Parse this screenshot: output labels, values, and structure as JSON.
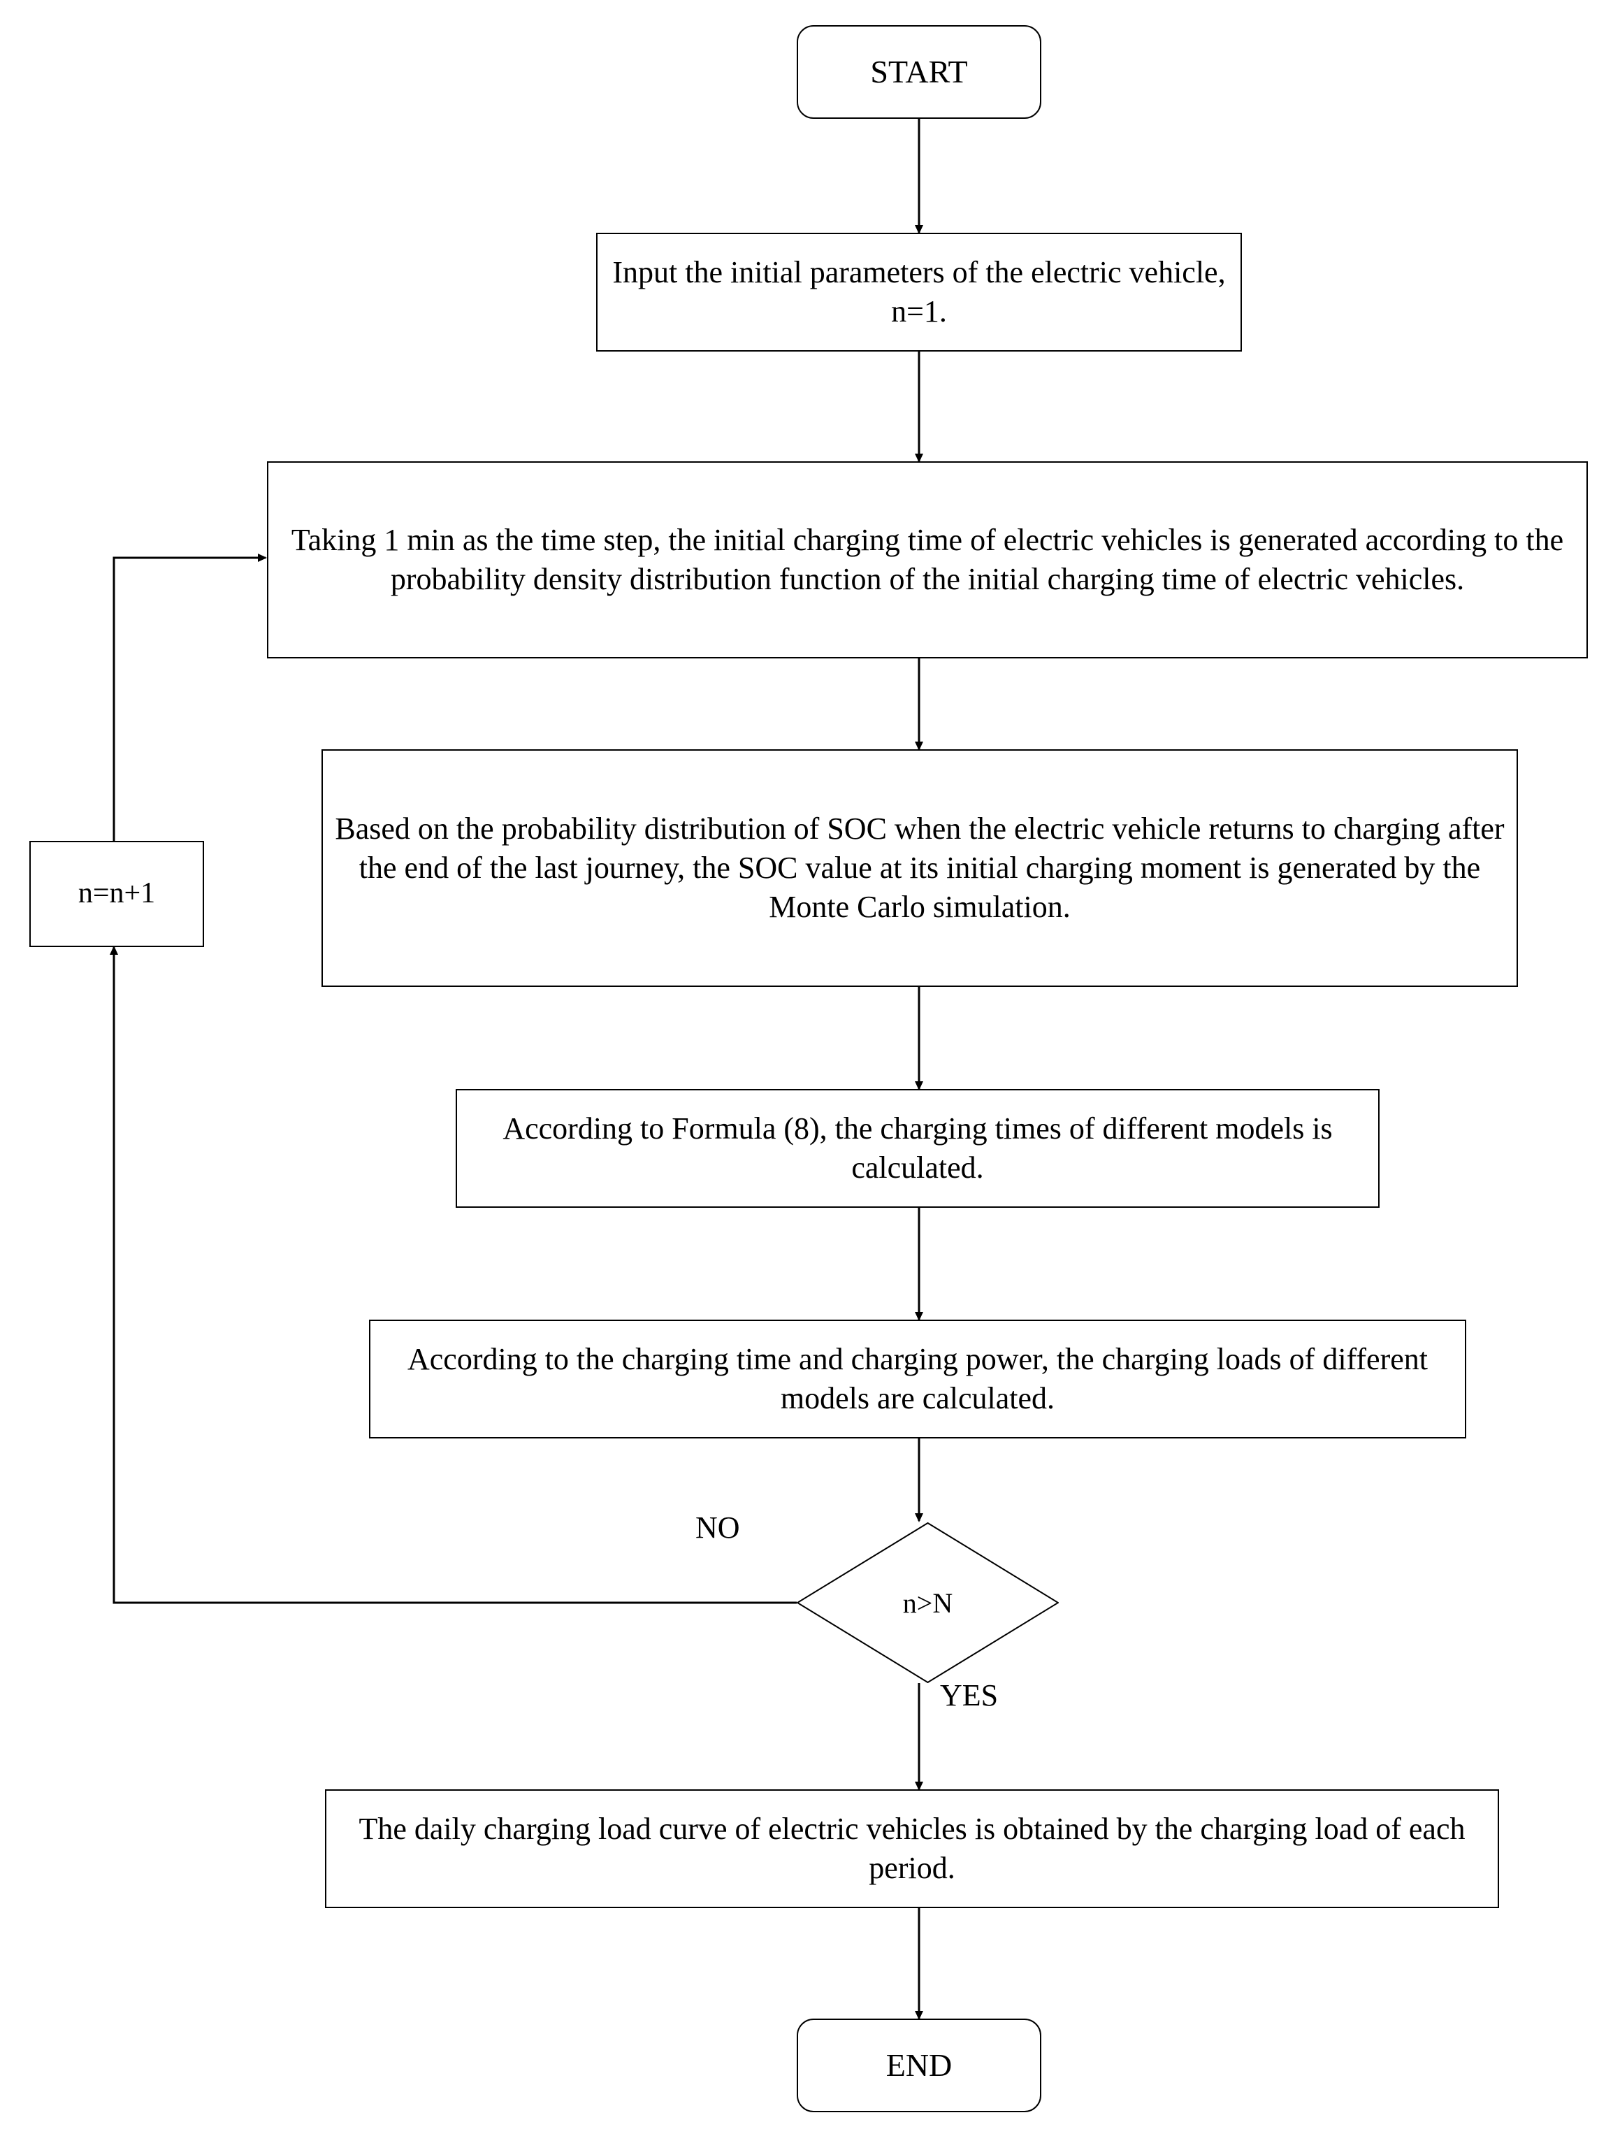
{
  "diagram": {
    "title": "Electric vehicle charging load Monte Carlo simulation flowchart",
    "type": "flowchart",
    "background_color": "#ffffff",
    "line_color": "#000000",
    "text_color": "#000000"
  },
  "nodes": {
    "start": {
      "label": "START",
      "shape": "terminator"
    },
    "input_params": {
      "label": "Input the initial parameters of the electric vehicle, n=1.",
      "shape": "process"
    },
    "time_step": {
      "label": "Taking 1 min as the time step, the initial charging time of electric vehicles is generated according to the probability density distribution function of the initial charging time of electric vehicles.",
      "shape": "process"
    },
    "soc_monte_carlo": {
      "label": "Based on the probability distribution of SOC when the electric vehicle returns to charging after the end of the last journey, the SOC value at its initial charging moment is generated by the Monte Carlo simulation.",
      "shape": "process"
    },
    "formula8": {
      "label": "According to Formula (8), the charging times of different models is calculated.",
      "shape": "process"
    },
    "charging_loads": {
      "label": "According to the charging time and charging power, the charging loads of different models are calculated.",
      "shape": "process"
    },
    "decision": {
      "label": "n>N",
      "shape": "decision"
    },
    "increment": {
      "label": "n=n+1",
      "shape": "process"
    },
    "daily_curve": {
      "label": "The daily charging load curve of electric vehicles is obtained by the charging load of each period.",
      "shape": "process"
    },
    "end": {
      "label": "END",
      "shape": "terminator"
    }
  },
  "edge_labels": {
    "no": "NO",
    "yes": "YES"
  }
}
